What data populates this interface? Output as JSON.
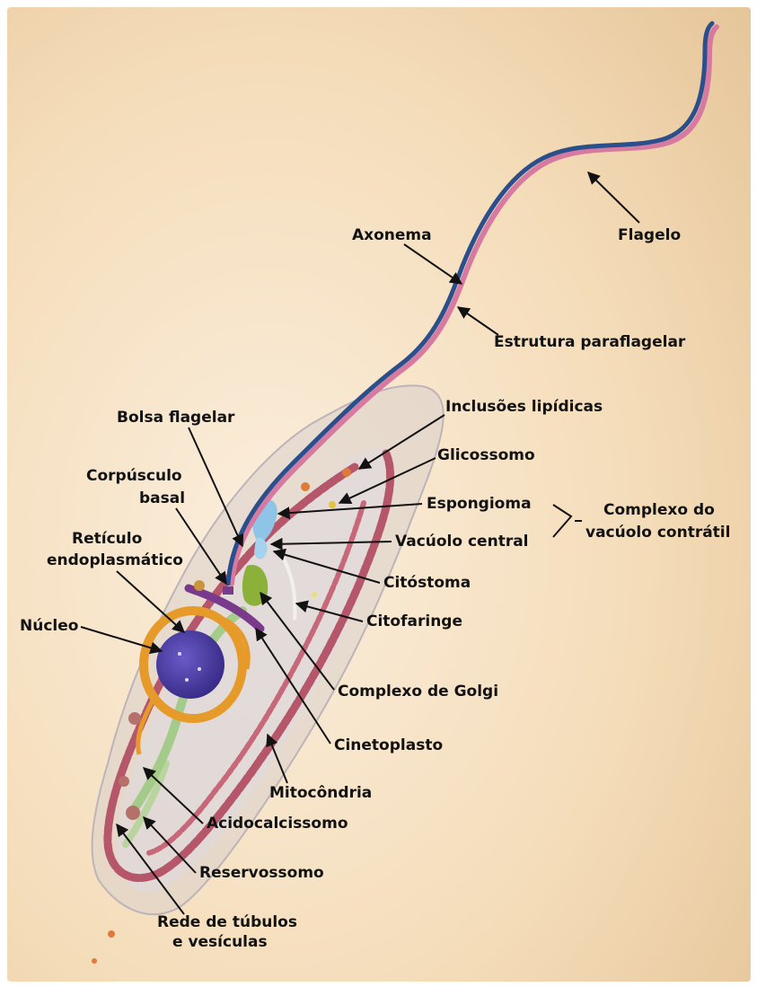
{
  "labels": {
    "flagelo": "Flagelo",
    "axonema": "Axonema",
    "estrutura_paraflagelar": "Estrutura paraflagelar",
    "inclusoes_lipidicas": "Inclusões lipídicas",
    "bolsa_flagelar": "Bolsa flagelar",
    "glicossomo": "Glicossomo",
    "corpusculo_basal_1": "Corpúsculo",
    "corpusculo_basal_2": "basal",
    "espongioma": "Espongioma",
    "complexo_vacuolo_1": "Complexo do",
    "complexo_vacuolo_2": "vacúolo contrátil",
    "reticulo_1": "Retículo",
    "reticulo_2": "endoplasmático",
    "vacuolo_central": "Vacúolo central",
    "citostoma": "Citóstoma",
    "citofaringe": "Citofaringe",
    "nucleo": "Núcleo",
    "complexo_golgi": "Complexo de Golgi",
    "cinetoplasto": "Cinetoplasto",
    "mitocondria": "Mitocôndria",
    "acidocalcissomo": "Acidocalcissomo",
    "reservossomo": "Reservossomo",
    "rede_1": "Rede de túbulos",
    "rede_2": "e vesículas"
  },
  "colors": {
    "background_light": "#fbeedd",
    "background_dark": "#e8c89a",
    "flagellum_blue": "#2a4f8c",
    "paraflagellar_pink": "#d77aa0",
    "nucleus": "#4a3a9c",
    "golgi": "#8bb13a",
    "mitochondrion": "#b5566a",
    "reticulum": "#e69a2a",
    "vacuole": "#8ec4e6",
    "kinetoplast": "#7a3a8c"
  }
}
